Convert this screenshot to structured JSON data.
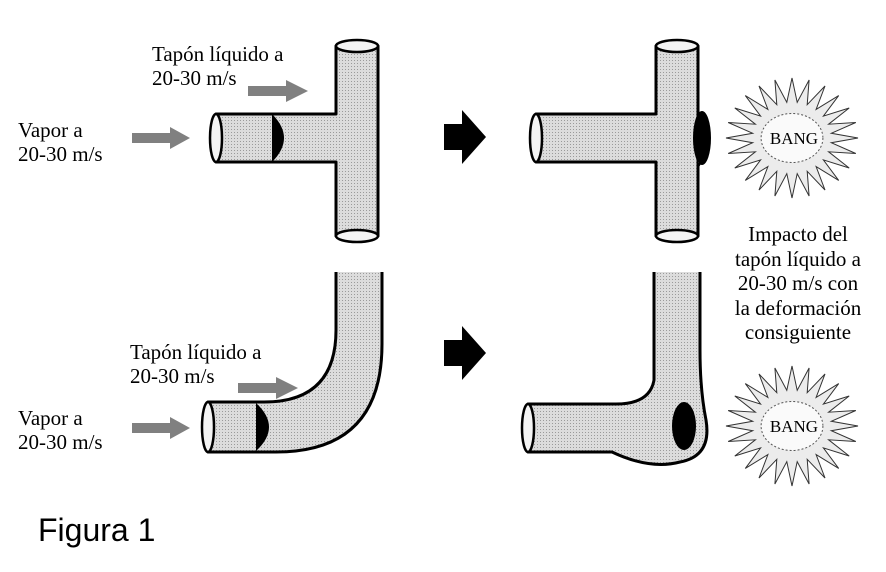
{
  "top_left": {
    "plug_label": [
      "Tapón líquido a",
      "20-30 m/s"
    ],
    "vapor_label": [
      "Vapor a",
      "20-30 m/s"
    ]
  },
  "bottom_left": {
    "plug_label": [
      "Tapón líquido a",
      "20-30 m/s"
    ],
    "vapor_label": [
      "Vapor a",
      "20-30 m/s"
    ]
  },
  "impact_note": [
    "Impacto del",
    "tapón líquido a",
    "20-30 m/s con",
    "la deformación",
    "consiguiente"
  ],
  "bang_text": "BANG",
  "caption": "Figura 1",
  "colors": {
    "pipe_fill": "#d8d8d8",
    "outline": "#000000",
    "arrow": "#808080"
  }
}
